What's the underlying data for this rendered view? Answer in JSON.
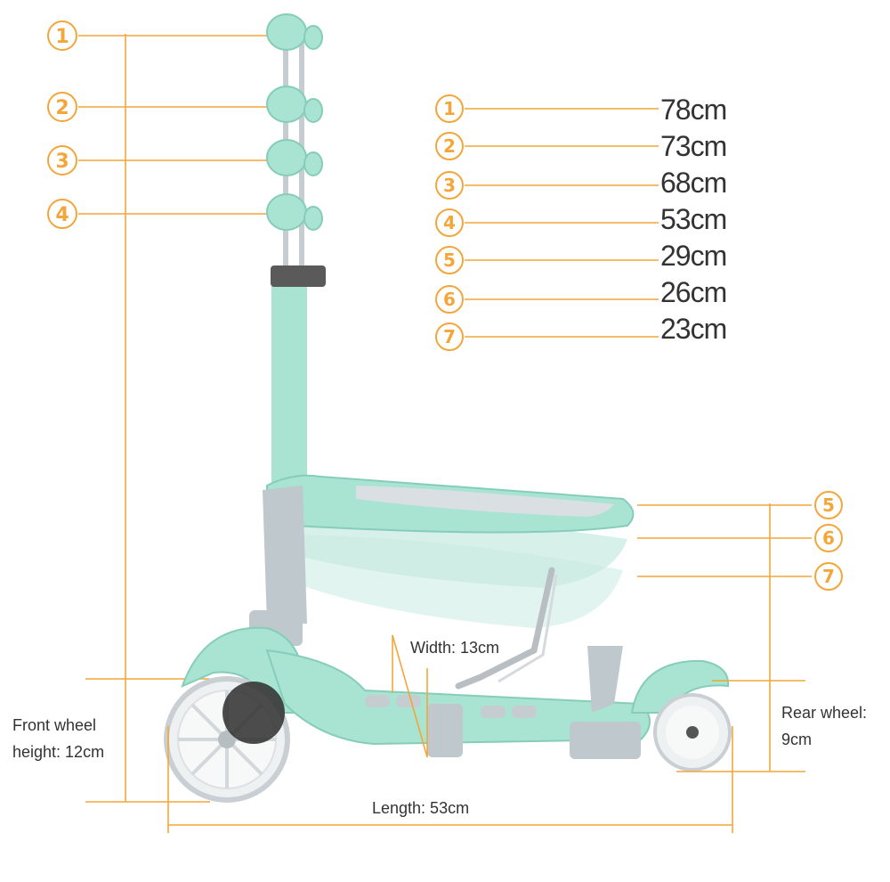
{
  "handle_heights": [
    {
      "marker": "①",
      "value": "78cm"
    },
    {
      "marker": "②",
      "value": "73cm"
    },
    {
      "marker": "③",
      "value": "68cm"
    },
    {
      "marker": "④",
      "value": "53cm"
    }
  ],
  "seat_heights": [
    {
      "marker": "⑤",
      "value": "29cm"
    },
    {
      "marker": "⑥",
      "value": "26cm"
    },
    {
      "marker": "⑦",
      "value": "23cm"
    }
  ],
  "notes": {
    "width": "Width: 13cm",
    "front_wheel_line1": "Front wheel",
    "front_wheel_line2": "height: 12cm",
    "rear_wheel_line1": "Rear wheel:",
    "rear_wheel_line2": "9cm",
    "length": "Length: 53cm"
  },
  "colors": {
    "accent_orange": "#f3a63a",
    "scooter_mint": "#a9e3d2",
    "scooter_mint_dark": "#86cdb9",
    "scooter_grey": "#bfc8cc",
    "text": "#333333"
  }
}
